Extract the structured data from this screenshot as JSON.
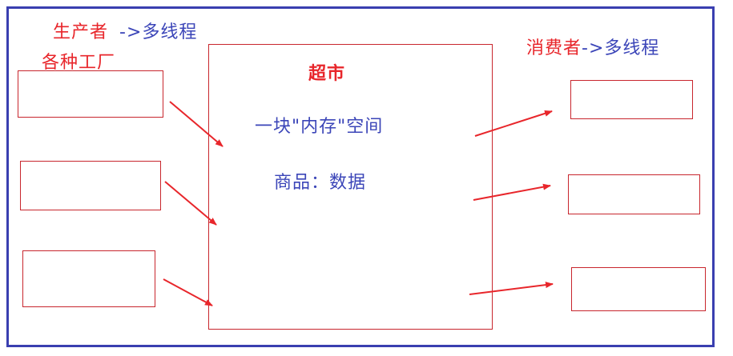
{
  "producer": {
    "label": "生产者",
    "arrow_text": "->多线程",
    "factories": "各种工厂"
  },
  "consumer": {
    "label": "消费者",
    "arrow_text": "->多线程"
  },
  "market": {
    "title": "超市",
    "memory": "一块\"内存\"空间",
    "goods": "商品：数据"
  },
  "colors": {
    "red": "#e8262b",
    "blue": "#3b45b8",
    "frame": "#3a3fb0"
  }
}
